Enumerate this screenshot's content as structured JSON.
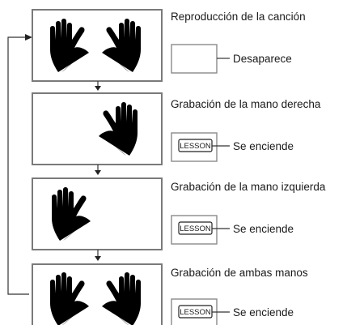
{
  "steps": [
    {
      "title": "Reproducción de la canción",
      "indicator": "",
      "status": "Desaparece",
      "hands": [
        "left",
        "right"
      ]
    },
    {
      "title": "Grabación de la mano derecha",
      "indicator": "LESSON",
      "status": "Se enciende",
      "hands": [
        "right"
      ]
    },
    {
      "title": "Grabación de la mano izquierda",
      "indicator": "LESSON",
      "status": "Se enciende",
      "hands": [
        "left"
      ]
    },
    {
      "title": "Grabación de ambas manos",
      "indicator": "LESSON",
      "status": "Se enciende",
      "hands": [
        "left",
        "right"
      ]
    }
  ]
}
